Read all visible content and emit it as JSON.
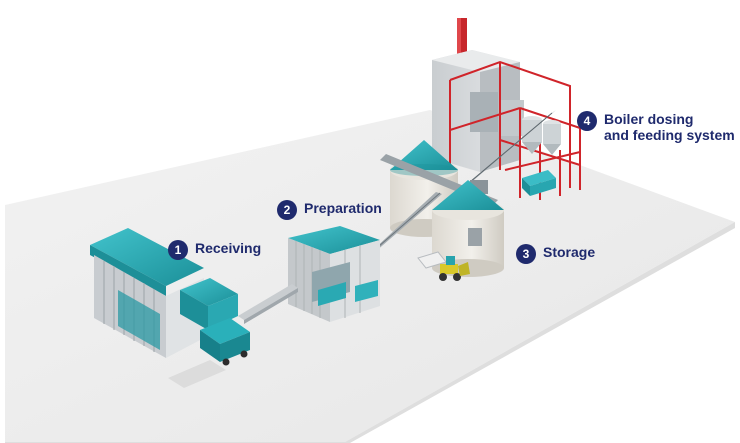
{
  "colors": {
    "label": "#1f2a6d",
    "badge": "#1f2a6d",
    "teal": "#2bb3bd",
    "teal_dark": "#17868f",
    "ground": "#efefef",
    "boiler_frame": "#d0242a",
    "chimney": "#c7262b",
    "concrete": "#e9e6df",
    "steel": "#b9c0c4"
  },
  "stages": [
    {
      "number": "1",
      "lines": [
        "Receiving"
      ]
    },
    {
      "number": "2",
      "lines": [
        "Preparation"
      ]
    },
    {
      "number": "3",
      "lines": [
        "Storage"
      ]
    },
    {
      "number": "4",
      "lines": [
        "Boiler dosing",
        "and feeding system"
      ]
    }
  ]
}
